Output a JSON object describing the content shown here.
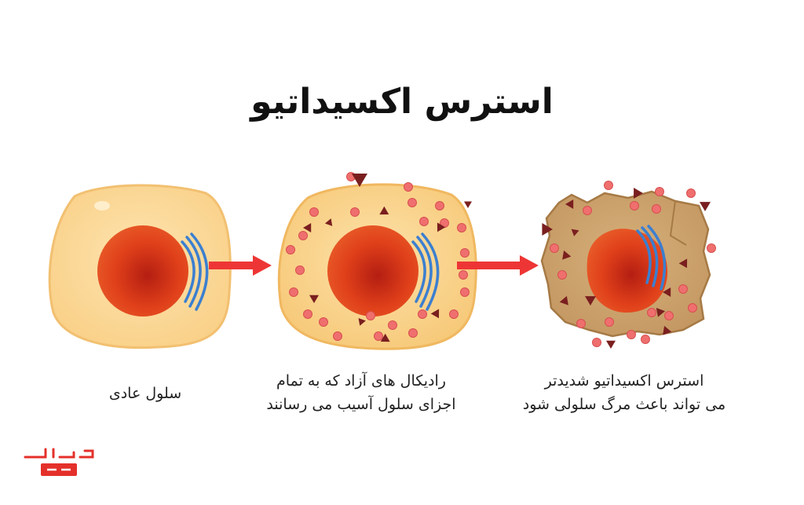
{
  "title": "استرس اکسیداتیو",
  "captions": {
    "normal": [
      "سلول عادی"
    ],
    "radicals": [
      "رادیکال های آزاد که به تمام",
      "اجزای سلول آسیب می رسانند"
    ],
    "severe": [
      "استرس اکسیداتیو شدیدتر",
      "می تواند باعث مرگ سلولی شود"
    ]
  },
  "colors": {
    "cell_fill": "#fbd796",
    "cell_outline": "#f0b860",
    "damaged_fill": "#c9a06a",
    "nucleus": "#e0401a",
    "nucleus_dark": "#b02010",
    "mitochondria_blue": "#3b7fd0",
    "radical_dot": "#ef6f6f",
    "radical_triangle": "#7a1f1f",
    "arrow": "#ee3535",
    "logo": "#e4302a"
  }
}
